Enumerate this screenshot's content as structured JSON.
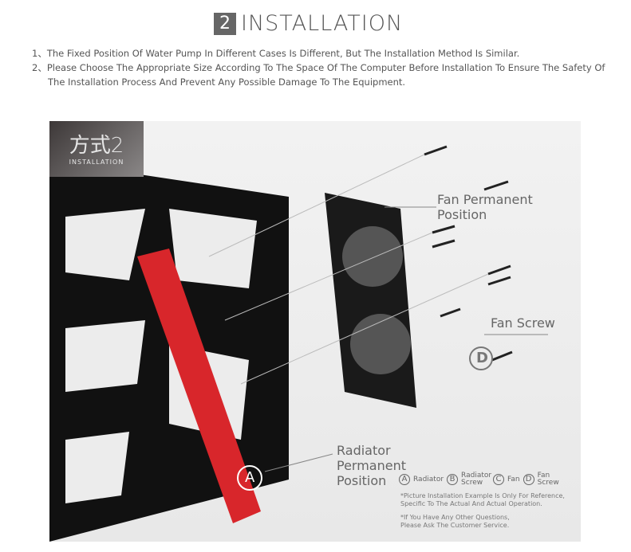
{
  "header": {
    "number": "2",
    "title": "INSTALLATION"
  },
  "notes": [
    "1、The Fixed Position Of Water Pump In Different Cases Is Different, But The Installation Method Is Similar.",
    "2、Please Choose The Appropriate Size According To The Space Of The Computer Before Installation To Ensure The Safety Of The Installation Process And Prevent Any Possible Damage To The Equipment."
  ],
  "tag": {
    "zh": "方式2",
    "en": "INSTALLATION"
  },
  "labels": {
    "fan_permanent": "Fan Permanent Position",
    "fan_screw": "Fan Screw",
    "radiator_permanent": "Radiator Permanent Position",
    "marker_a": "A",
    "marker_d": "D"
  },
  "legend": [
    {
      "letter": "A",
      "label": "Radiator"
    },
    {
      "letter": "B",
      "label": "Radiator Screw"
    },
    {
      "letter": "C",
      "label": "Fan"
    },
    {
      "letter": "D",
      "label": "Fan Screw"
    }
  ],
  "disclaimers": [
    "*Picture Installation Example Is Only For Reference, Specific To The Actual And Actual Operation.",
    "*If You Have Any Other Questions, Please Ask The Customer Service."
  ],
  "colors": {
    "radiator": "#d8262b",
    "frame": "#111111"
  }
}
